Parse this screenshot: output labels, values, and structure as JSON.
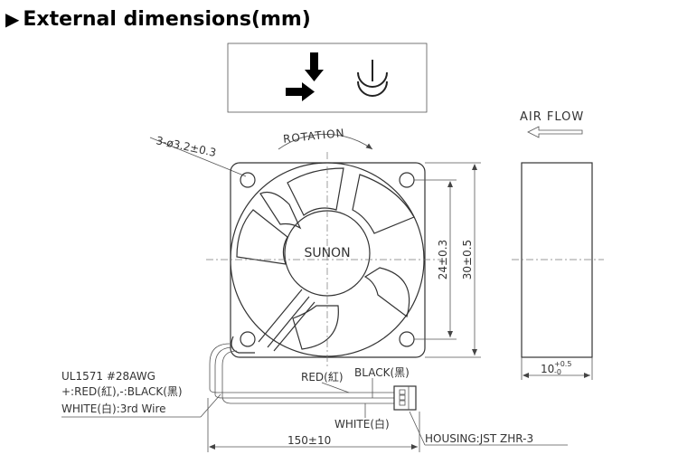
{
  "header": {
    "marker": "▶",
    "title": "External dimensions(mm)"
  },
  "symbol_box": {
    "airflow_arrows_icon": "airflow-direction-arrows-icon",
    "rotation_symbol_icon": "rotation-symbol-icon"
  },
  "front_view": {
    "rotation_label": "ROTATION",
    "hole_label": "3-ø3.2±0.3",
    "hub_label": "SUNON",
    "dim_hole_spacing": "24±0.3",
    "dim_outer": "30±0.5"
  },
  "side_view": {
    "airflow_label": "AIR FLOW",
    "thickness_main": "10",
    "thickness_tol_upper": "+0.5",
    "thickness_tol_lower": "-0"
  },
  "wiring": {
    "cable_line1": "UL1571  #28AWG",
    "cable_line2": "+:RED(紅),-:BLACK(黑)",
    "cable_line3": "WHITE(白):3rd  Wire",
    "red_label": "RED(紅)",
    "black_label": "BLACK(黑)",
    "white_label": "WHITE(白)",
    "length_label": "150±10",
    "housing_label": "HOUSING:JST  ZHR-3"
  }
}
